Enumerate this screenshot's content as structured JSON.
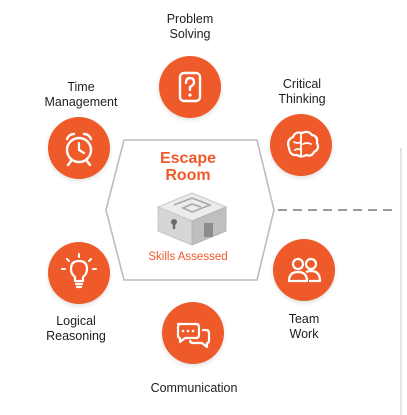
{
  "center": {
    "title_line1": "Escape",
    "title_line2": "Room",
    "subtitle": "Skills Assessed",
    "icon": "maze-lock-icon"
  },
  "skills": [
    {
      "line1": "Problem",
      "line2": "Solving",
      "icon": "question-mark-icon"
    },
    {
      "line1": "Critical",
      "line2": "Thinking",
      "icon": "brain-icon"
    },
    {
      "line1": "Team",
      "line2": "Work",
      "icon": "people-icon"
    },
    {
      "line1": "Communication",
      "line2": "",
      "icon": "chat-bubbles-icon"
    },
    {
      "line1": "Logical",
      "line2": "Reasoning",
      "icon": "light-bulb-icon"
    },
    {
      "line1": "Time",
      "line2": "Management",
      "icon": "alarm-clock-icon"
    }
  ],
  "colors": {
    "accent": "#ef5a2a",
    "hexagon_border": "#bdbdbd",
    "connector": "#7a7a7a",
    "text": "#1e1e1e"
  }
}
